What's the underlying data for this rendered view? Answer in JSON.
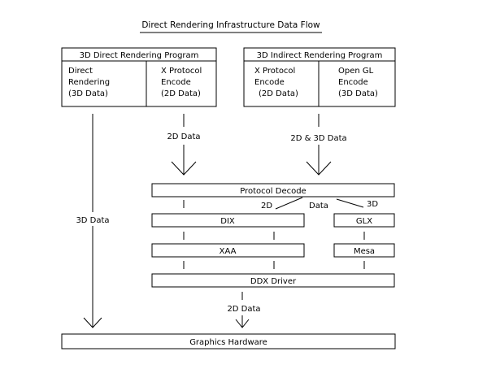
{
  "title": "Direct Rendering Infrastructure Data Flow",
  "direct_program": {
    "header": "3D Direct Rendering Program",
    "left_lines": [
      "Direct",
      "Rendering",
      "(3D Data)"
    ],
    "right_lines": [
      "X Protocol",
      "Encode",
      "(2D Data)"
    ]
  },
  "indirect_program": {
    "header": "3D Indirect Rendering Program",
    "left_lines": [
      "X Protocol",
      "Encode",
      "(2D Data)"
    ],
    "right_lines": [
      "Open GL",
      "Encode",
      "(3D Data)"
    ]
  },
  "flows": {
    "direct_2d": "2D Data",
    "indirect_2d_3d": "2D & 3D Data",
    "direct_3d": "3D Data",
    "split_2d": "2D",
    "split_data": "Data",
    "split_3d": "3D",
    "ddx_2d": "2D Data"
  },
  "boxes": {
    "protocol_decode": "Protocol Decode",
    "dix": "DIX",
    "glx": "GLX",
    "xaa": "XAA",
    "mesa": "Mesa",
    "ddx_driver": "DDX Driver",
    "graphics_hardware": "Graphics Hardware"
  }
}
